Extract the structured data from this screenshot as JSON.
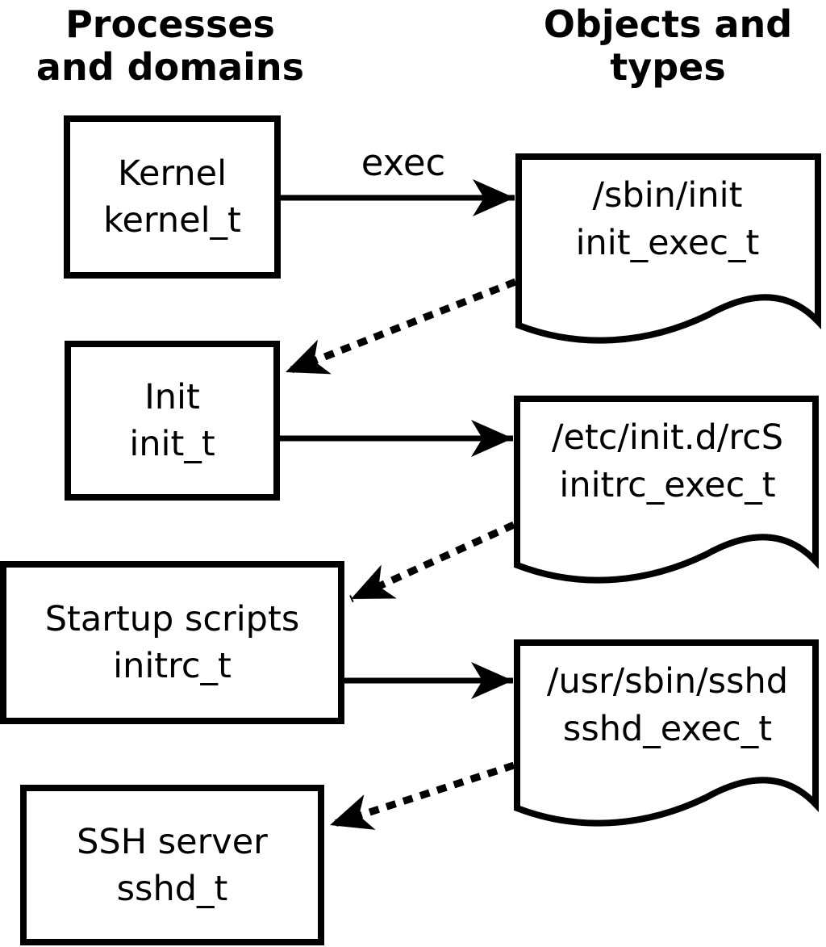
{
  "headings": {
    "left": {
      "line1": "Processes",
      "line2": "and domains"
    },
    "right": {
      "line1": "Objects and",
      "line2": "types"
    }
  },
  "process_boxes": [
    {
      "id": "kernel",
      "line1": "Kernel",
      "line2": "kernel_t"
    },
    {
      "id": "init",
      "line1": "Init",
      "line2": "init_t"
    },
    {
      "id": "startup-scripts",
      "line1": "Startup scripts",
      "line2": "initrc_t"
    },
    {
      "id": "ssh-server",
      "line1": "SSH server",
      "line2": "sshd_t"
    }
  ],
  "object_docs": [
    {
      "id": "sbin-init",
      "line1": "/sbin/init",
      "line2": "init_exec_t"
    },
    {
      "id": "etc-initd-rcs",
      "line1": "/etc/init.d/rcS",
      "line2": "initrc_exec_t"
    },
    {
      "id": "usr-sbin-sshd",
      "line1": "/usr/sbin/sshd",
      "line2": "sshd_exec_t"
    }
  ],
  "labels": {
    "exec_arrow": "exec"
  },
  "colors": {
    "foreground": "#000000",
    "background": "#ffffff"
  }
}
